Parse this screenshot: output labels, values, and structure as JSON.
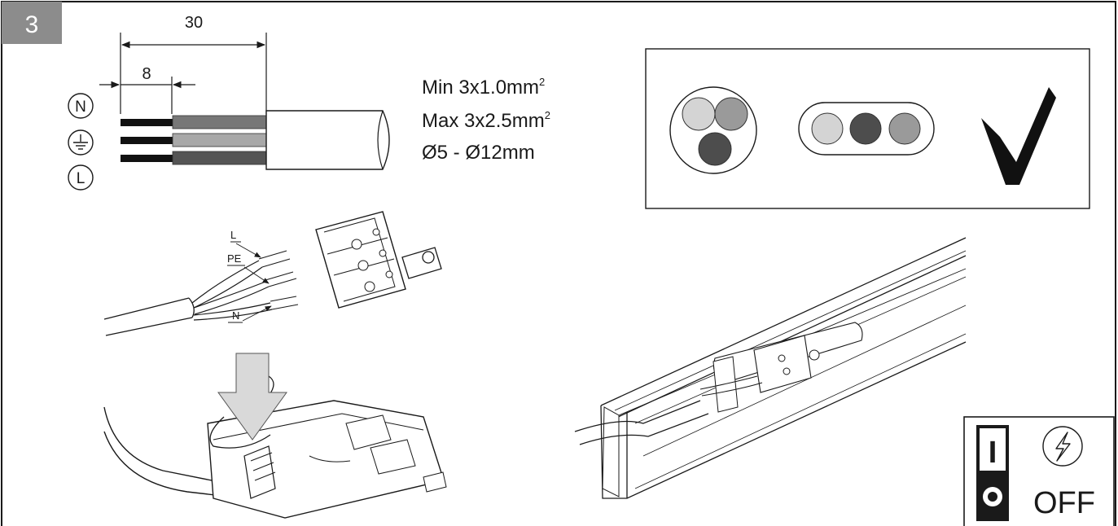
{
  "step": {
    "number": "3"
  },
  "strip": {
    "total_length": "30",
    "strip_length": "8",
    "wire_symbols": {
      "neutral": "N",
      "live": "L"
    }
  },
  "cable_spec": {
    "min_line": "Min 3x1.0mm",
    "min_sup": "2",
    "max_line": "Max 3x2.5mm",
    "max_sup": "2",
    "diameter_line": "Ø5 - Ø12mm"
  },
  "compatible_cables": {
    "round_colors": [
      "#d4d4d4",
      "#9a9a9a",
      "#4d4d4d"
    ],
    "flat_colors": [
      "#d4d4d4",
      "#4d4d4d",
      "#9a9a9a"
    ]
  },
  "connector_labels": {
    "live": "L",
    "earth": "PE",
    "neutral": "N"
  },
  "power_notice": {
    "switch_on_mark": "I",
    "state": "OFF"
  },
  "colors": {
    "wire_core": "#111111",
    "wire_blue": "#777777",
    "wire_earth": "#a8a8a8",
    "wire_live": "#555555",
    "arrow": "#d9d9d9",
    "badge": "#8c8c8c"
  }
}
